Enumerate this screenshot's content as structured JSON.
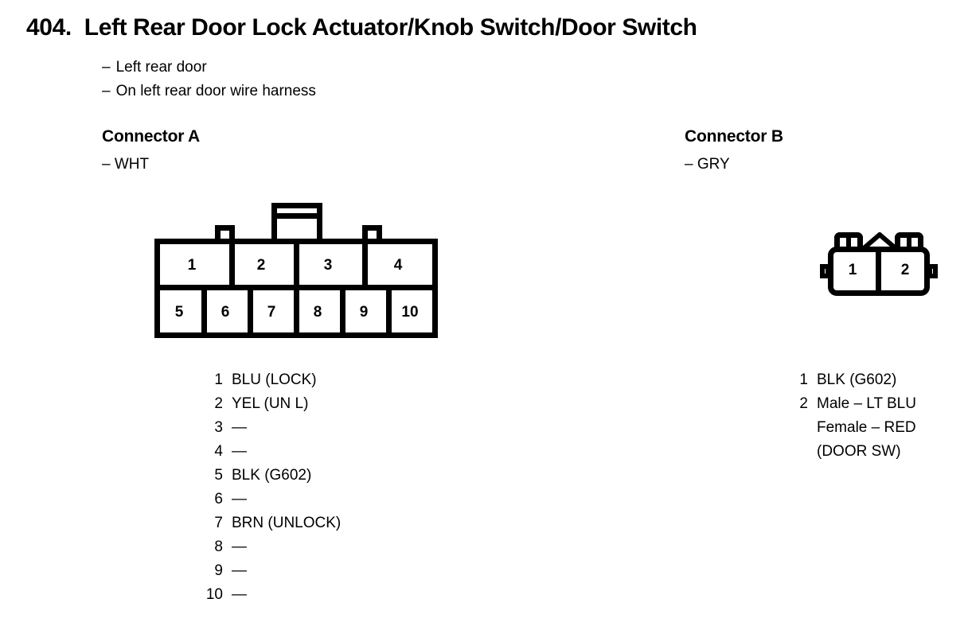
{
  "header": {
    "number": "404.",
    "title": "Left Rear Door Lock Actuator/Knob Switch/Door Switch",
    "notes": [
      "Left rear door",
      "On left rear door wire harness"
    ],
    "dash": "–"
  },
  "connectors": [
    {
      "id": "A",
      "heading": "Connector A",
      "color_code": "– WHT",
      "cavity_count": 10,
      "top_row_cells": [
        "1",
        "2",
        "3",
        "4"
      ],
      "bottom_row_cells": [
        "5",
        "6",
        "7",
        "8",
        "9",
        "10"
      ],
      "pins": [
        {
          "no": "1",
          "desc": "BLU (LOCK)",
          "cont": []
        },
        {
          "no": "2",
          "desc": "YEL (UN L)",
          "cont": []
        },
        {
          "no": "3",
          "desc": "—",
          "cont": []
        },
        {
          "no": "4",
          "desc": "—",
          "cont": []
        },
        {
          "no": "5",
          "desc": "BLK (G602)",
          "cont": []
        },
        {
          "no": "6",
          "desc": "—",
          "cont": []
        },
        {
          "no": "7",
          "desc": "BRN (UNLOCK)",
          "cont": []
        },
        {
          "no": "8",
          "desc": "—",
          "cont": []
        },
        {
          "no": "9",
          "desc": "—",
          "cont": []
        },
        {
          "no": "10",
          "desc": "—",
          "cont": []
        }
      ]
    },
    {
      "id": "B",
      "heading": "Connector B",
      "color_code": "– GRY",
      "cavity_count": 2,
      "cells": [
        "1",
        "2"
      ],
      "pins": [
        {
          "no": "1",
          "desc": "BLK (G602)",
          "cont": []
        },
        {
          "no": "2",
          "desc": "Male – LT BLU",
          "cont": [
            "Female – RED",
            "(DOOR SW)"
          ]
        }
      ]
    }
  ],
  "colors": {
    "ink": "#000000",
    "paper": "#ffffff"
  }
}
